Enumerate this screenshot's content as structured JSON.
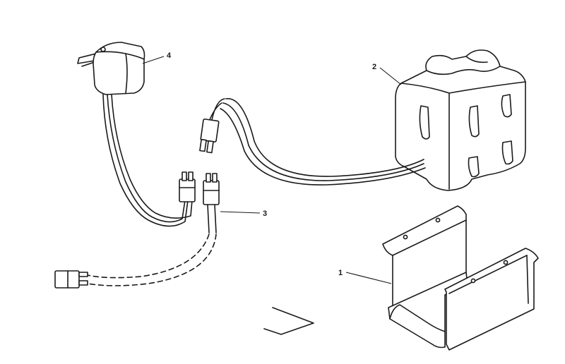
{
  "callouts": {
    "bracket": "1",
    "battery_pack": "2",
    "connector_cable": "3",
    "charger": "4"
  },
  "colors": {
    "ink": "#1a1a1a",
    "paper": "#ffffff"
  }
}
